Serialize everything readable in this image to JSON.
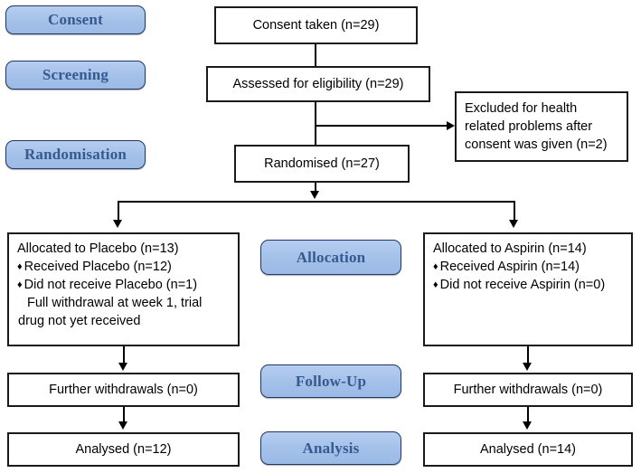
{
  "diagram": {
    "type": "consort-flow-diagram",
    "colors": {
      "stage_fill": "#a3c0e8",
      "stage_border": "#1f3864",
      "stage_text": "#36598f",
      "box_border": "#1a1a1a",
      "box_fill": "#ffffff",
      "connector": "#000000"
    }
  },
  "stages": [
    {
      "id": "consent",
      "label": "Consent"
    },
    {
      "id": "screening",
      "label": "Screening"
    },
    {
      "id": "randomisation",
      "label": "Randomisation"
    },
    {
      "id": "allocation",
      "label": "Allocation"
    },
    {
      "id": "follow-up",
      "label": "Follow-Up"
    },
    {
      "id": "analysis",
      "label": "Analysis"
    }
  ],
  "nodes": {
    "consent_taken": {
      "text": "Consent taken (n=29)"
    },
    "assessed": {
      "text": "Assessed for eligibility (n=29)"
    },
    "excluded": {
      "lines": [
        "Excluded for health",
        "related problems after",
        "consent was given (n=2)"
      ]
    },
    "randomised": {
      "text": "Randomised (n=27)"
    },
    "allocated_placebo": {
      "title": "Allocated to Placebo (n=13)",
      "bullets": [
        {
          "marker": "♦",
          "text": "Received Placebo (n=12)",
          "continuation": []
        },
        {
          "marker": "♦",
          "text": "Did not receive Placebo (n=1)",
          "continuation": [
            "Full withdrawal at week 1, trial",
            "drug not yet received"
          ]
        }
      ]
    },
    "allocated_aspirin": {
      "title": "Allocated to Aspirin (n=14)",
      "bullets": [
        {
          "marker": "♦",
          "text": "Received Aspirin (n=14)",
          "continuation": []
        },
        {
          "marker": "♦",
          "text": "Did not receive Aspirin (n=0)",
          "continuation": []
        }
      ]
    },
    "withdrawals_placebo": {
      "text": "Further withdrawals (n=0)"
    },
    "withdrawals_aspirin": {
      "text": "Further withdrawals (n=0)"
    },
    "analysed_placebo": {
      "text": "Analysed (n=12)"
    },
    "analysed_aspirin": {
      "text": "Analysed (n=14)"
    }
  }
}
